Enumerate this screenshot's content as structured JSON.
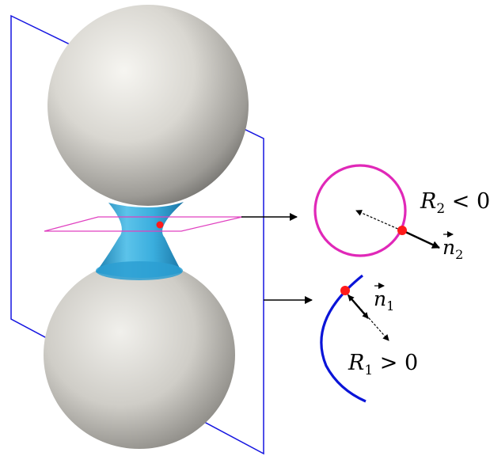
{
  "labels": {
    "r2": {
      "sym": "R",
      "sub": "2",
      "rel": " < 0"
    },
    "n2": {
      "sym": "n",
      "sub": "2"
    },
    "n1": {
      "sym": "n",
      "sub": "1"
    },
    "r1": {
      "sym": "R",
      "sub": "1",
      "rel": " > 0"
    }
  },
  "colors": {
    "vertical_plane": "#1515e0",
    "horizontal_plane": "#e040c0",
    "circle": "#e028b8",
    "curve": "#0a14d8",
    "neck": "#2fa6d6",
    "point": "#ff1a1a",
    "sphere": "#c8c6c0"
  }
}
